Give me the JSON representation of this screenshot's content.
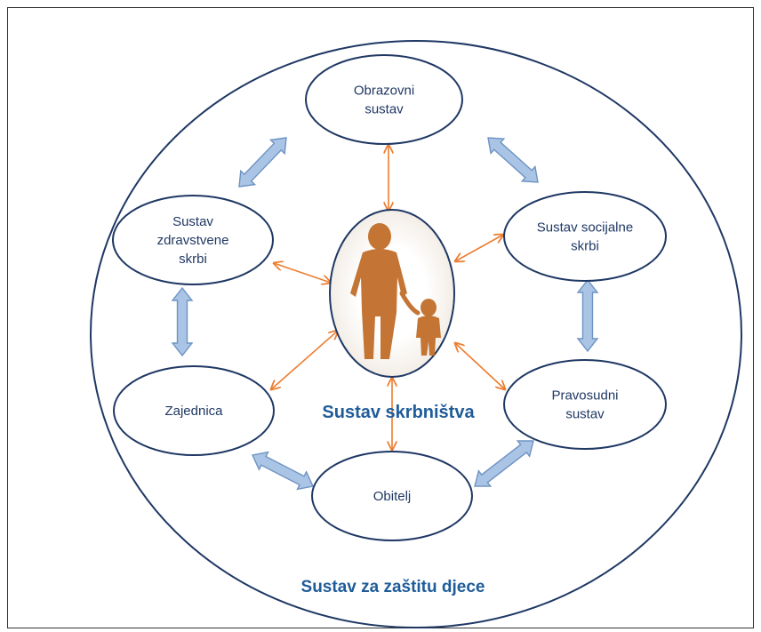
{
  "diagram": {
    "outer_label": "Sustav za zaštitu djece",
    "center_label": "Sustav skrbništva",
    "center_image": "parent-and-child-silhouette",
    "nodes": [
      {
        "id": "obrazovni",
        "lines": [
          "Obrazovni",
          "sustav"
        ]
      },
      {
        "id": "socijalne",
        "lines": [
          "Sustav socijalne",
          "skrbi"
        ]
      },
      {
        "id": "pravosudni",
        "lines": [
          "Pravosudni",
          "sustav"
        ]
      },
      {
        "id": "obitelj",
        "lines": [
          "Obitelj"
        ]
      },
      {
        "id": "zajednica",
        "lines": [
          "Zajednica"
        ]
      },
      {
        "id": "zdravstvene",
        "lines": [
          "Sustav",
          "zdravstvene",
          "skrbi"
        ]
      }
    ],
    "colors": {
      "stroke": "#1f3864",
      "orange_arrow": "#ed7d31",
      "blue_arrow_fill": "#a9c4e4",
      "blue_arrow_stroke": "#6f93c3",
      "label": "#1f5c99",
      "silhouette": "#c06a24"
    }
  }
}
